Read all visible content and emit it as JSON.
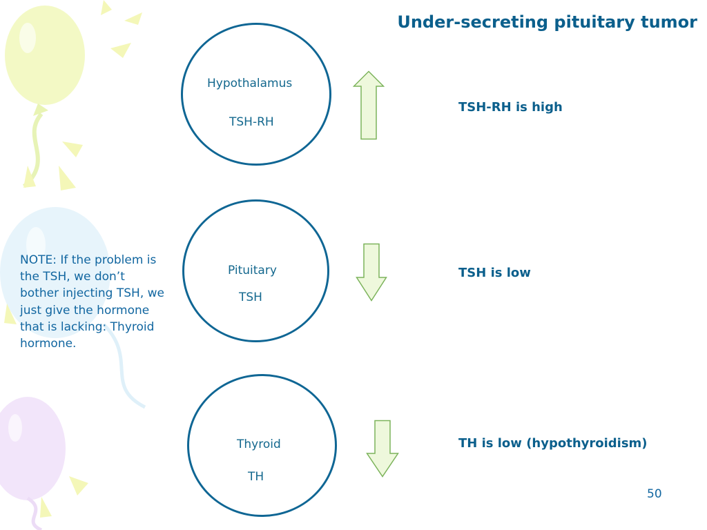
{
  "title": "Under-secreting pituitary tumor",
  "nodes": [
    {
      "name": "Hypothalamus",
      "hormone": "TSH-RH",
      "status": "TSH-RH is high",
      "direction": "up"
    },
    {
      "name": "Pituitary",
      "hormone": "TSH",
      "status": "TSH is low",
      "direction": "down"
    },
    {
      "name": "Thyroid",
      "hormone": "TH",
      "status": "TH is low (hypothyroidism)",
      "direction": "down"
    }
  ],
  "note": "NOTE: If the problem is the TSH, we don’t bother injecting TSH, we just give the hormone that is lacking: Thyroid hormone.",
  "page_number": "50",
  "colors": {
    "heading": "#0b5f8c",
    "circle_border": "#0f6694",
    "arrow_fill": "#eef8dc",
    "arrow_stroke": "#7cb35b"
  }
}
